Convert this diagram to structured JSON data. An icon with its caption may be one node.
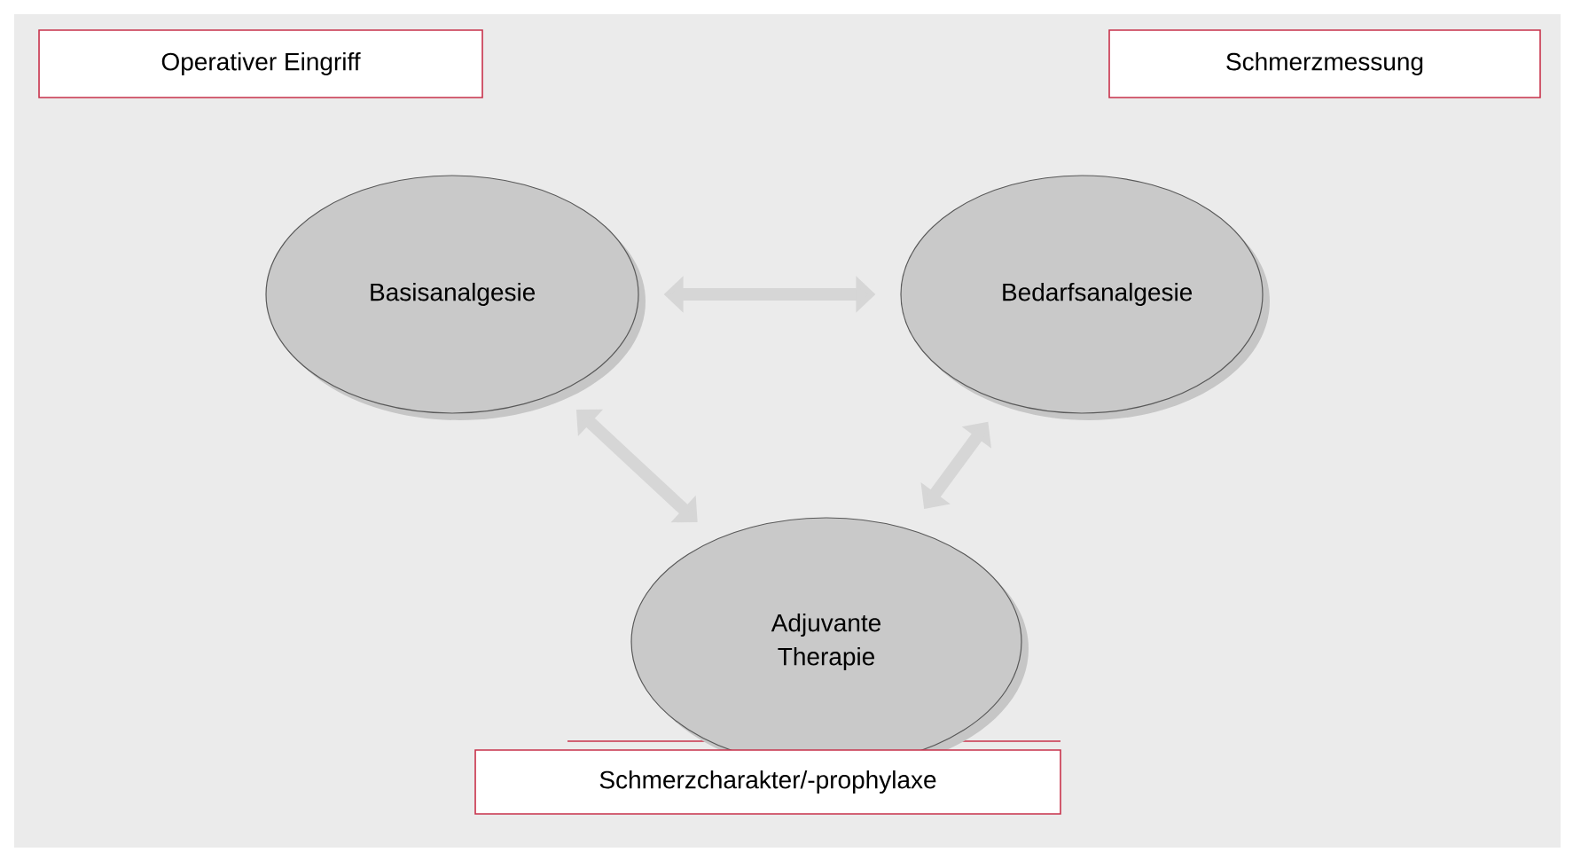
{
  "diagram": {
    "nodes": [
      {
        "text": [
          "Operativer Eingriff"
        ]
      },
      {
        "text": [
          "Schmerzmessung"
        ]
      },
      {
        "text": [
          "Basisanalgesie"
        ]
      },
      {
        "text": [
          "Bedarfsanalgesie"
        ]
      },
      {
        "text": [
          "Adjuvante Therapie"
        ]
      },
      {
        "text": [
          "Schmerzcharakter/-prophylaxe"
        ]
      }
    ],
    "edges": [
      {
        "from": 2,
        "to": 3,
        "arrow": "both"
      },
      {
        "from": 2,
        "to": 4,
        "arrow": "both"
      },
      {
        "from": 3,
        "to": 4,
        "arrow": "both"
      }
    ]
  }
}
